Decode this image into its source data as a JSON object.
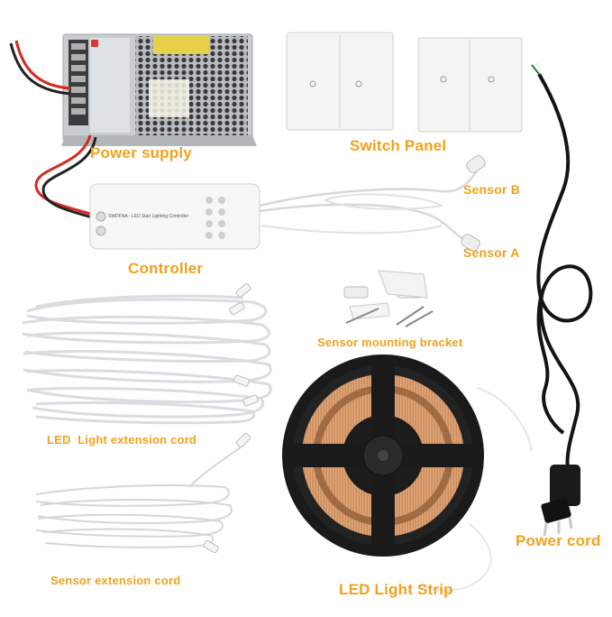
{
  "labels": {
    "power_supply": "Power supply",
    "switch_panel": "Switch Panel",
    "sensor_b": "Sensor B",
    "sensor_a": "Sensor A",
    "controller": "Controller",
    "sensor_mounting_bracket": "Sensor mounting bracket",
    "led_light_extension_cord": "LED  Light extension cord",
    "sensor_extension_cord": "Sensor extension cord",
    "led_light_strip": "LED Light Strip",
    "power_cord": "Power cord"
  },
  "controller_text": {
    "brand_line": "SWDFNA - LED Stair Lighting Controller"
  },
  "colors": {
    "label": "#f0a21c",
    "background": "#ffffff"
  }
}
